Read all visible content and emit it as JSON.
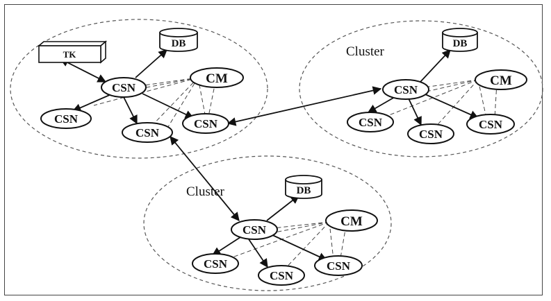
{
  "labels": {
    "csn": "CSN",
    "cm": "CM",
    "db": "DB",
    "tk": "TK",
    "cluster": "Cluster"
  }
}
